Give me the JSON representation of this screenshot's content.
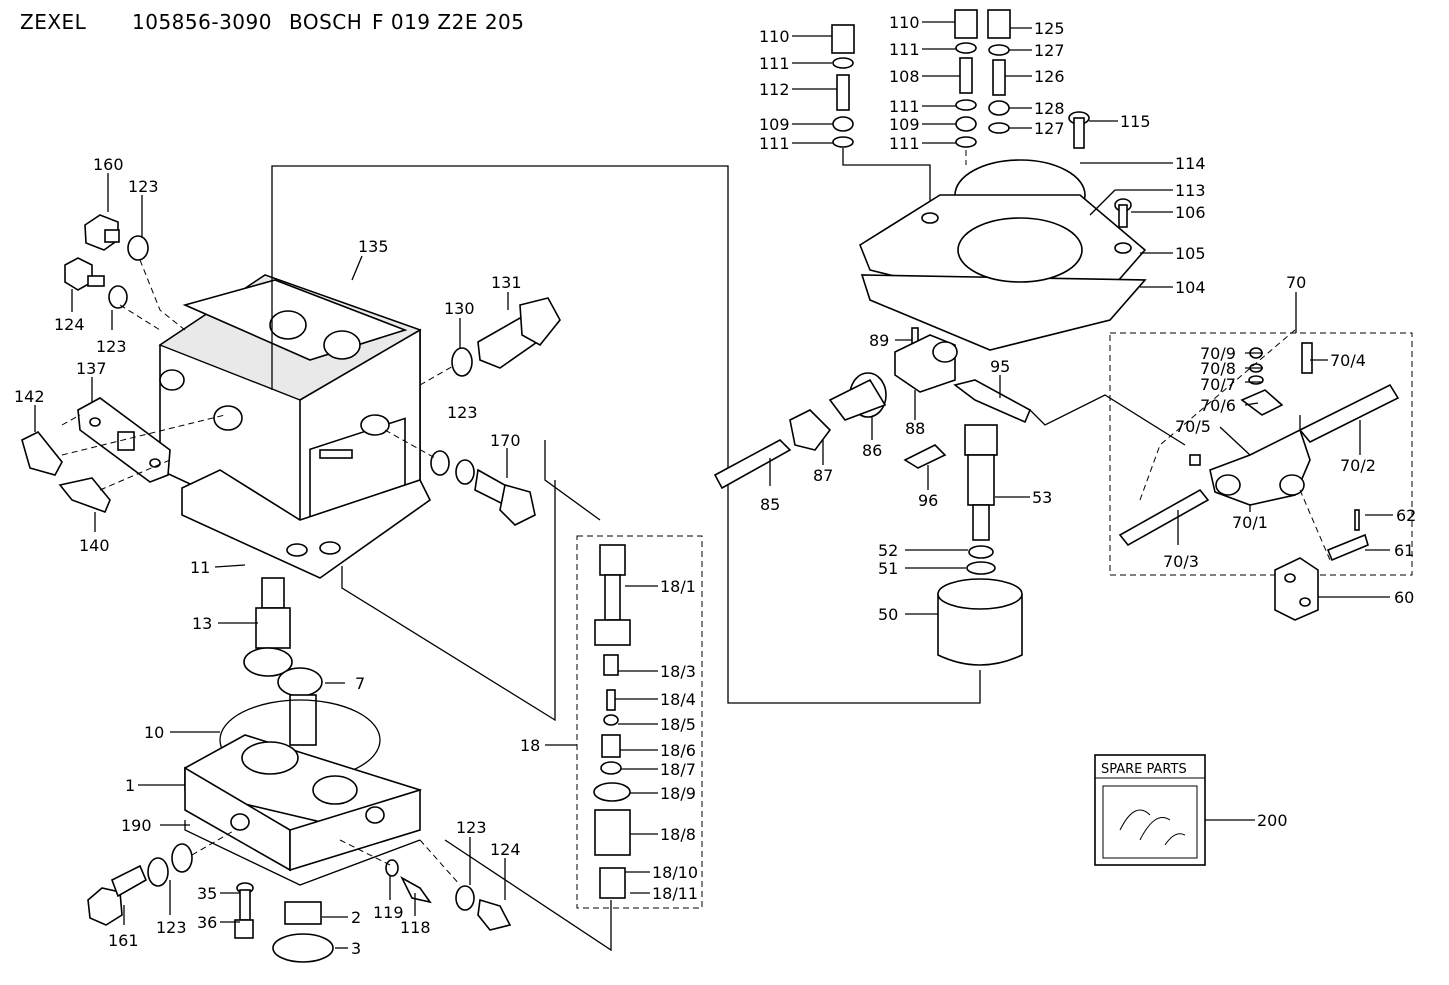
{
  "header": {
    "brand": "ZEXEL",
    "zexel_number": "105856-3090",
    "maker": "BOSCH",
    "bosch_number": "F 019 Z2E 205"
  },
  "spare_parts": {
    "box_label": "SPARE PARTS",
    "ref": "200"
  },
  "labels": {
    "l160": "160",
    "l123a": "123",
    "l124a": "124",
    "l123b": "123",
    "l135": "135",
    "l131": "131",
    "l130": "130",
    "l137": "137",
    "l142": "142",
    "l140": "140",
    "l123c": "123",
    "l170": "170",
    "l11": "11",
    "l13": "13",
    "l7": "7",
    "l10": "10",
    "l1": "1",
    "l190": "190",
    "l161": "161",
    "l123d": "123",
    "l35": "35",
    "l36": "36",
    "l2": "2",
    "l3": "3",
    "l119": "119",
    "l118": "118",
    "l123e": "123",
    "l124b": "124",
    "l18": "18",
    "l18_1": "18/1",
    "l18_3": "18/3",
    "l18_4": "18/4",
    "l18_5": "18/5",
    "l18_6": "18/6",
    "l18_7": "18/7",
    "l18_9": "18/9",
    "l18_8": "18/8",
    "l18_10": "18/10",
    "l18_11": "18/11",
    "l110a": "110",
    "l111a": "111",
    "l112": "112",
    "l109a": "109",
    "l111b": "111",
    "l110b": "110",
    "l111c": "111",
    "l108": "108",
    "l111d": "111",
    "l109b": "109",
    "l111e": "111",
    "l125": "125",
    "l127a": "127",
    "l126": "126",
    "l128": "128",
    "l127b": "127",
    "l115": "115",
    "l114": "114",
    "l113": "113",
    "l106": "106",
    "l105": "105",
    "l104": "104",
    "l89": "89",
    "l95": "95",
    "l88": "88",
    "l86": "86",
    "l87": "87",
    "l85": "85",
    "l96": "96",
    "l53": "53",
    "l52": "52",
    "l51": "51",
    "l50": "50",
    "l70": "70",
    "l70_9": "70/9",
    "l70_8": "70/8",
    "l70_7": "70/7",
    "l70_6": "70/6",
    "l70_5": "70/5",
    "l70_4": "70/4",
    "l70_2": "70/2",
    "l70_1": "70/1",
    "l70_3": "70/3",
    "l62": "62",
    "l61": "61",
    "l60": "60"
  }
}
